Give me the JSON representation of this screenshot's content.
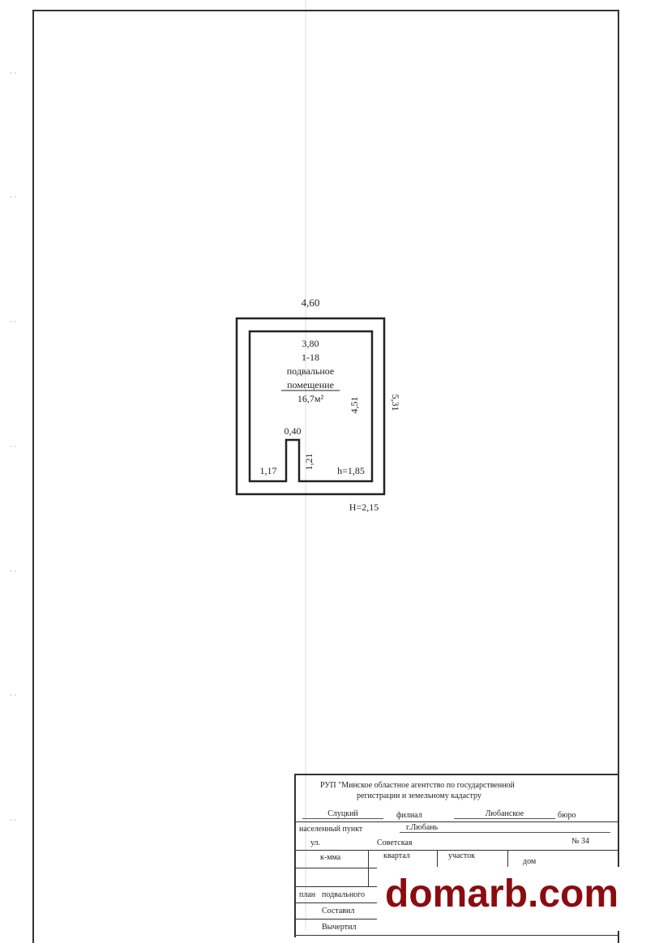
{
  "plan": {
    "outer_width": "4,60",
    "outer_length": "5,31",
    "inner_width": "3,80",
    "inner_length": "4,51",
    "room_number": "1-18",
    "room_name_line1": "подвальное",
    "room_name_line2": "помещение",
    "room_area": "16,7м²",
    "notch_width": "0,40",
    "notch_depth": "1,21",
    "left_segment": "1,17",
    "inner_height": "h=1,85",
    "outer_height": "H=2,15"
  },
  "title_block": {
    "org_line1": "РУП \"Минское областное агентство по государственной",
    "org_line2": "регистрации и земельному кадастру",
    "branch_value": "Слуцкий",
    "branch_label": "филиал",
    "bureau_value": "Любанское",
    "bureau_label": "бюро",
    "settlement_label": "населенный пункт",
    "settlement_value": "г.Любань",
    "street_label": "ул.",
    "street_value": "Советская",
    "house_number": "№ 34",
    "col_1": "к-мма",
    "col_2": "квартал",
    "col_3": "участок",
    "col_4": "дом",
    "plan_label": "план",
    "plan_value": "подвального",
    "compiled_label": "Составил",
    "drawn_label": "Вычертил"
  },
  "watermark": "domarb.com"
}
